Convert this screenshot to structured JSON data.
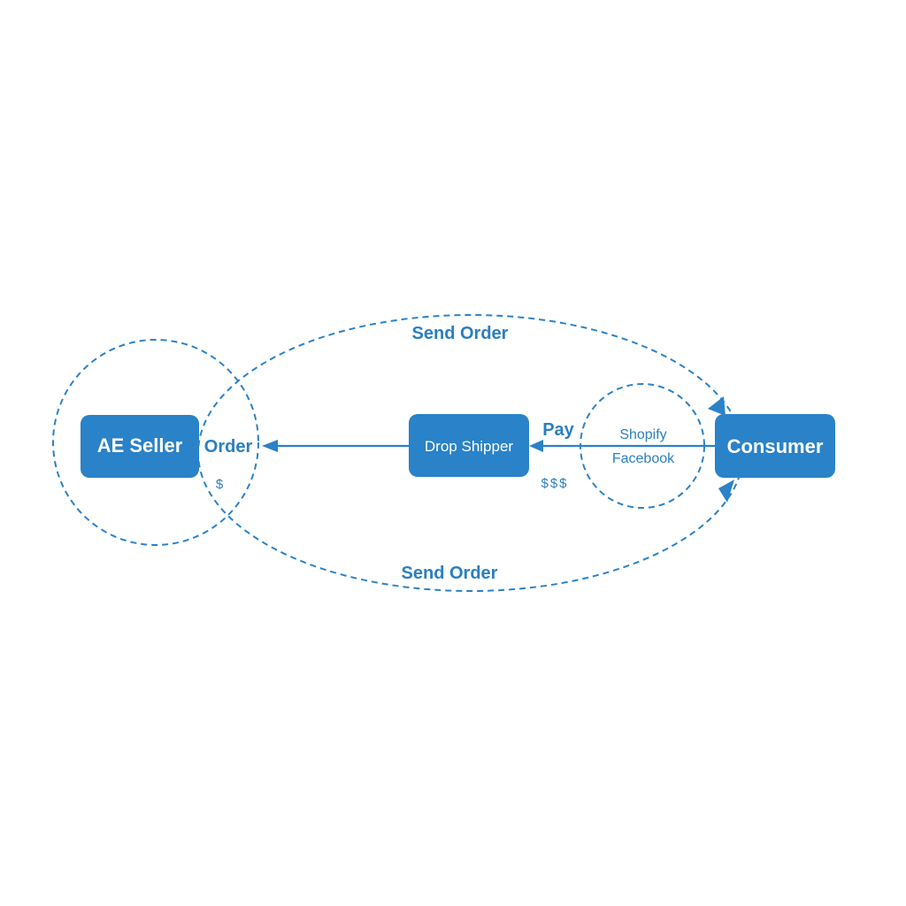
{
  "nodes": {
    "ae_seller": "AE Seller",
    "drop_shipper": "Drop Shipper",
    "consumer": "Consumer"
  },
  "labels": {
    "send_order_top": "Send Order",
    "send_order_bottom": "Send Order",
    "order": "Order",
    "dollar_single": "$",
    "pay": "Pay",
    "dollar_triple": "$$$",
    "shopify": "Shopify",
    "facebook": "Facebook"
  },
  "colors": {
    "primary": "#2a82c8",
    "label": "#2a7fc0",
    "node_text": "#ffffff",
    "background": "#ffffff"
  }
}
